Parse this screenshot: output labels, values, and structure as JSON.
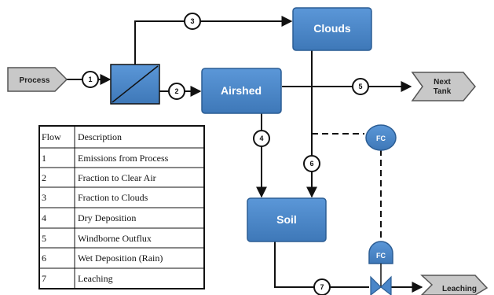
{
  "nodes": {
    "process": "Process",
    "clouds": "Clouds",
    "airshed": "Airshed",
    "soil": "Soil",
    "next_tank_line1": "Next",
    "next_tank_line2": "Tank",
    "leaching": "Leaching",
    "fc_top": "FC",
    "fc_bottom": "FC"
  },
  "flows": {
    "f1": "1",
    "f2": "2",
    "f3": "3",
    "f4": "4",
    "f5": "5",
    "f6": "6",
    "f7": "7"
  },
  "colors": {
    "box_fill": "#4a86c8",
    "box_stroke": "#2b5d94",
    "tag_fill": "#c8c8c8",
    "line": "#111111"
  },
  "legend": {
    "headers": [
      "Flow",
      "Description"
    ],
    "rows": [
      [
        "1",
        "Emissions from Process"
      ],
      [
        "2",
        "Fraction to Clear Air"
      ],
      [
        "3",
        "Fraction to Clouds"
      ],
      [
        "4",
        "Dry Deposition"
      ],
      [
        "5",
        "Windborne Outflux"
      ],
      [
        "6",
        "Wet Deposition (Rain)"
      ],
      [
        "7",
        "Leaching"
      ]
    ]
  }
}
